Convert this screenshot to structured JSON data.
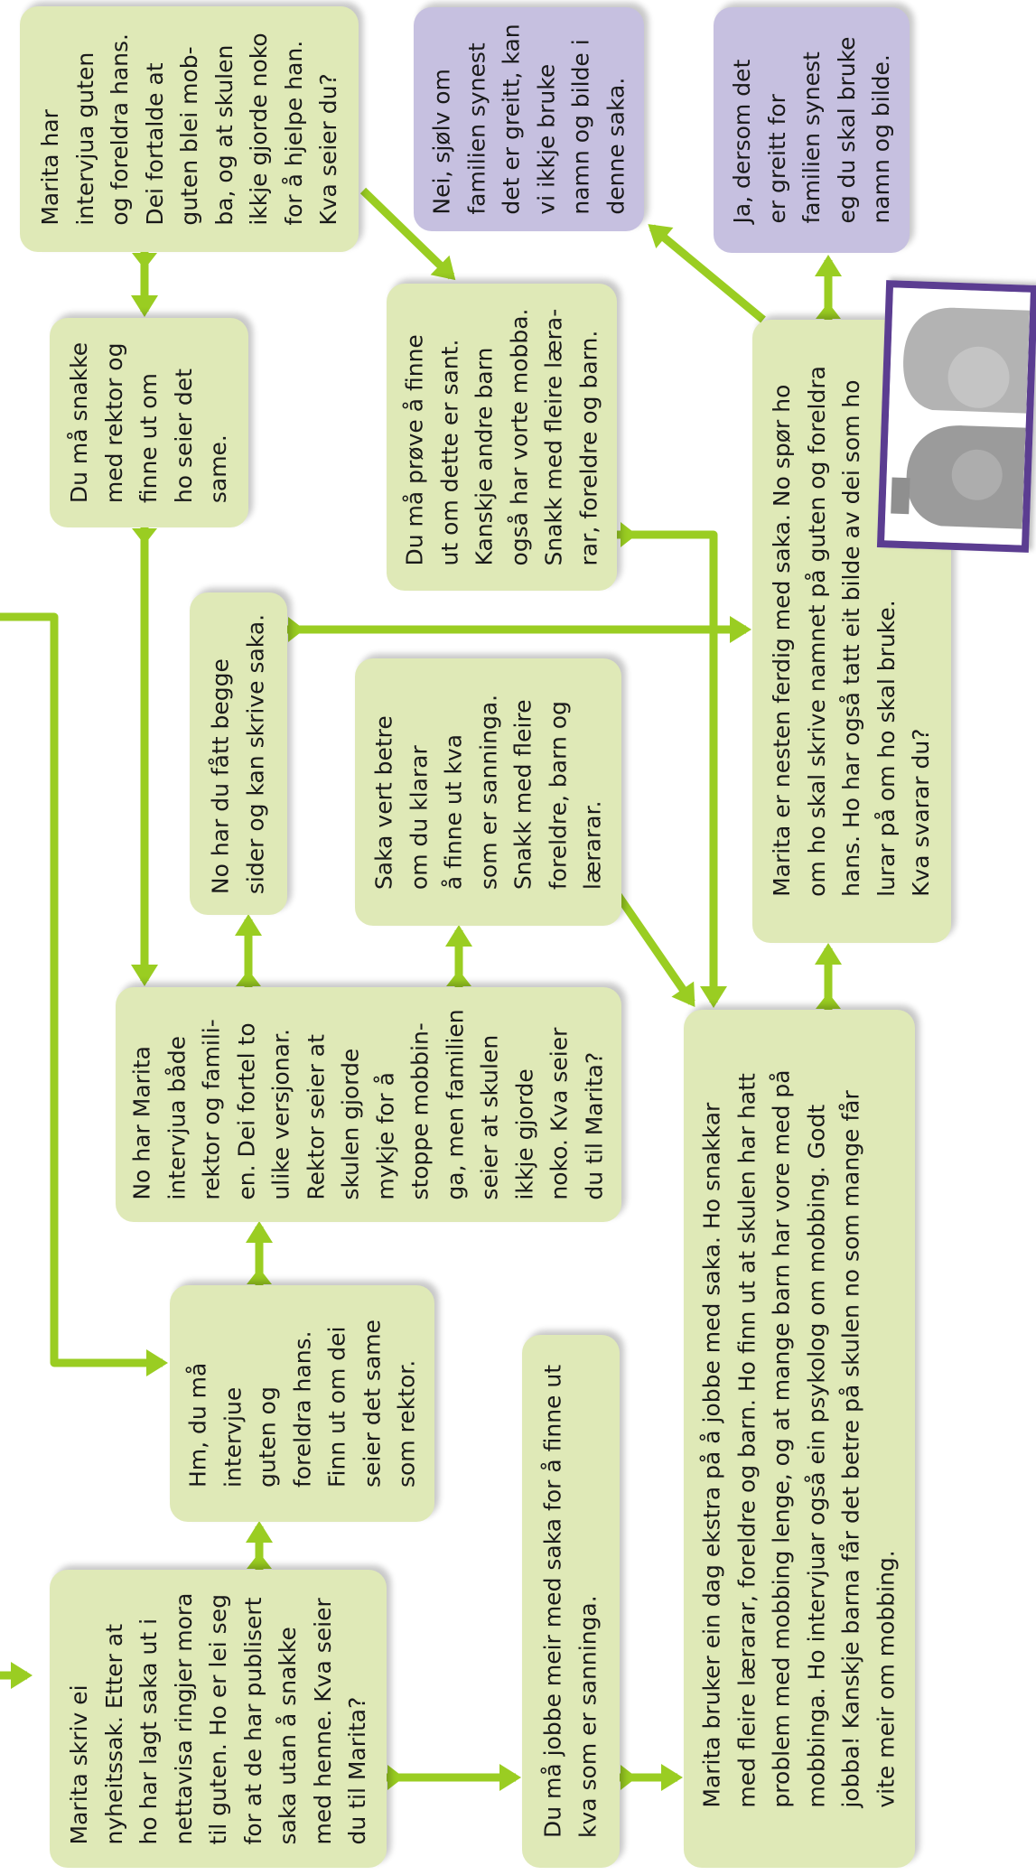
{
  "diagram": {
    "colors": {
      "box_green": "#dfe9b7",
      "box_purple": "#c6c0e0",
      "arrow": "#9acd22",
      "photo_frame": "#5b3d91",
      "text": "#1a1a1a"
    },
    "nodes": {
      "start": {
        "lines": [
          "Marita skriv ei",
          "nyheitssak. Etter at",
          "ho har lagt saka ut i",
          "nettavisa ringjer mora",
          "til guten. Ho er lei seg",
          "for at de har publisert",
          "saka utan å snakke",
          "med henne. Kva seier",
          "du til Marita?"
        ]
      },
      "interview_boy": {
        "lines": [
          "Hm, du må",
          "intervjue",
          "guten og",
          "foreldra hans.",
          "Finn ut om dei",
          "seier det same",
          "som rektor."
        ]
      },
      "two_versions": {
        "lines": [
          "No har Marita",
          "intervjua både",
          "rektor og famili-",
          "en. Dei fortel to",
          "ulike versjonar.",
          "Rektor seier at",
          "skulen gjorde",
          "mykje for å",
          "stoppe mobbin-",
          "ga, men familien",
          "seier at skulen",
          "ikkje gjorde",
          "noko. Kva seier",
          "du til Marita?"
        ]
      },
      "family_interviewed": {
        "lines": [
          "Marita har",
          "intervjua guten",
          "og foreldra hans.",
          "Dei fortalde at",
          "guten blei mob-",
          "ba, og at skulen",
          "ikkje gjorde noko",
          "for å hjelpe han.",
          "Kva seier du?"
        ]
      },
      "talk_principal": {
        "lines": [
          "Du må snakke",
          "med rektor og",
          "finne ut om",
          "ho seier det",
          "same."
        ]
      },
      "both_sides": {
        "lines": [
          "No har du fått begge",
          "sider og kan skrive saka."
        ]
      },
      "story_better": {
        "lines": [
          "Saka vert betre",
          "om du klarar",
          "å finne ut kva",
          "som er sanninga.",
          "Snakk med fleire",
          "foreldre, barn og",
          "lærarar."
        ]
      },
      "find_if_true": {
        "lines": [
          "Du må prøve å finne",
          "ut om dette er sant.",
          "Kanskje andre barn",
          "også har vorte mobba.",
          "Snakk med fleire lærа-",
          "rar, foreldre og barn."
        ]
      },
      "work_more": {
        "lines": [
          "Du må jobbe meir med saka for å finne ut",
          "kva som er sanninga."
        ]
      },
      "extra_day": {
        "lines": [
          "Marita bruker ein dag ekstra på å jobbe med saka. Ho snakkar",
          "med fleire lærarar, foreldre og barn. Ho finn ut at skulen har hatt",
          "problem med mobbing lenge, og at mange barn har vore med på",
          "mobbinga. Ho intervjuar også ein psykolog om mobbing. Godt",
          "jobba! Kanskje barna får det betre på skulen no som mange får",
          "vite meir om mobbing."
        ]
      },
      "almost_done": {
        "lines": [
          "Marita er nesten ferdig med saka. No spør ho",
          "om ho skal skrive namnet på guten og foreldra",
          "hans. Ho har også tatt eit bilde av dei som ho",
          "lurar på om ho skal bruke.",
          "Kva svarar du?"
        ]
      },
      "answer_no": {
        "lines": [
          "Nei, sjølv om",
          "familien synest",
          "det er greitt, kan",
          "vi ikkje bruke",
          "namn og bilde i",
          "denne saka."
        ]
      },
      "answer_yes": {
        "lines": [
          "Ja, dersom det",
          "er greitt for",
          "familien synest",
          "eg du skal bruke",
          "namn og bilde."
        ]
      }
    }
  }
}
